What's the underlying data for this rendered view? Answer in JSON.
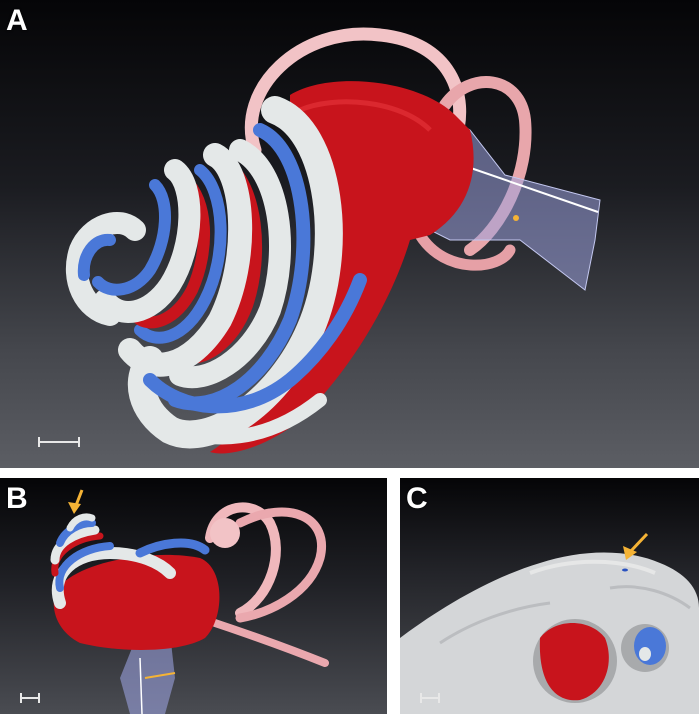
{
  "panels": [
    {
      "letter": "A"
    },
    {
      "letter": "B"
    },
    {
      "letter": "C"
    }
  ],
  "colors": {
    "scala_vestibuli": "#c8141c",
    "scala_tympani": "#e4e8e8",
    "scala_media": "#4a78d8",
    "semicircular_canals": "#f0b8bc",
    "internal_auditory_canal": "#9aa0dc",
    "arrow": "#f5b335",
    "bone": "#d4d6d8"
  },
  "icons": [
    "arrow-icon"
  ]
}
